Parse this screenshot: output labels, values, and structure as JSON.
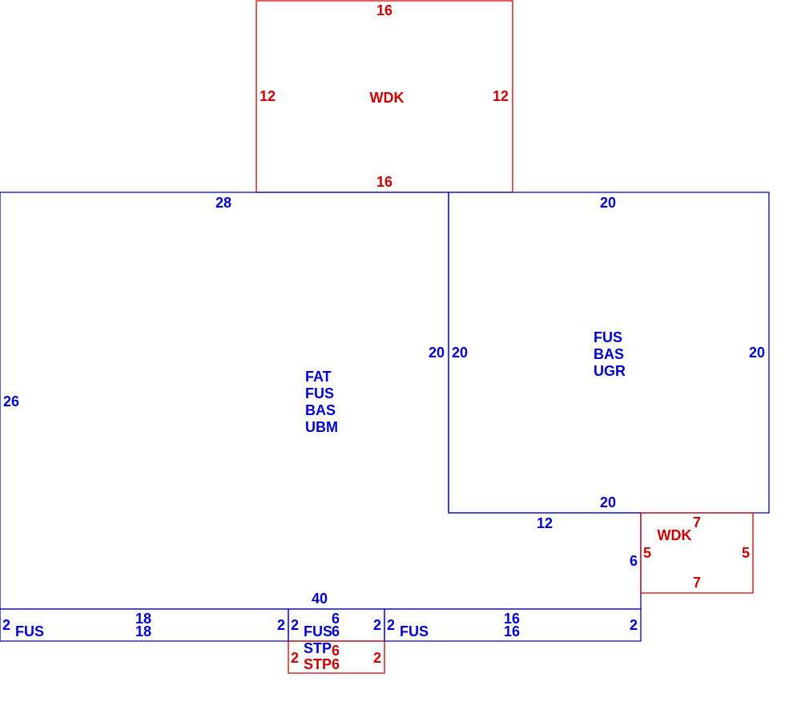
{
  "colors": {
    "living_area": "#0000cc",
    "deck": "#cc0000",
    "background": "#ffffff"
  },
  "areas": [
    {
      "id": "top-deck",
      "kind": "deck",
      "codes": [
        "WDK"
      ],
      "dims": [
        "16",
        "12",
        "12",
        "16"
      ]
    },
    {
      "id": "main-house",
      "kind": "living_area",
      "codes": [
        "FAT",
        "FUS",
        "BAS",
        "UBM"
      ],
      "dims": [
        "28",
        "26",
        "20",
        "12",
        "6",
        "40"
      ]
    },
    {
      "id": "right-wing",
      "kind": "living_area",
      "codes": [
        "FUS",
        "BAS",
        "UGR"
      ],
      "dims": [
        "20",
        "20",
        "20",
        "20"
      ]
    },
    {
      "id": "side-deck",
      "kind": "deck",
      "codes": [
        "WDK"
      ],
      "dims": [
        "7",
        "5",
        "5",
        "7"
      ]
    },
    {
      "id": "bottom-left-strip",
      "kind": "living_area",
      "codes": [
        "FUS"
      ],
      "dims": [
        "2",
        "18",
        "18",
        "2"
      ]
    },
    {
      "id": "bottom-mid-strip",
      "kind": "living_area",
      "codes": [
        "FUS",
        "STP"
      ],
      "dims": [
        "2",
        "6",
        "6",
        "2"
      ]
    },
    {
      "id": "bottom-right-strip",
      "kind": "living_area",
      "codes": [
        "FUS"
      ],
      "dims": [
        "2",
        "16",
        "16",
        "2"
      ]
    },
    {
      "id": "step",
      "kind": "deck",
      "codes": [
        "STP"
      ],
      "dims": [
        "2",
        "6",
        "6",
        "2"
      ]
    }
  ]
}
